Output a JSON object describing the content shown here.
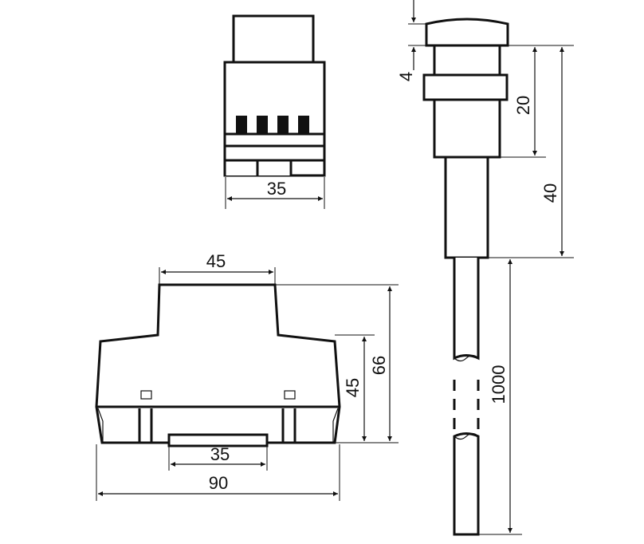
{
  "colors": {
    "line": "#111111",
    "background": "#ffffff"
  },
  "dimensions": {
    "top_view_width": "35",
    "front_top_width": "45",
    "front_total_width": "90",
    "front_rail_width": "35",
    "front_body_height": "45",
    "front_total_height": "66",
    "sensor_cap_height": "4",
    "sensor_thread_length": "20",
    "sensor_total_length": "40",
    "cable_length": "1000"
  }
}
